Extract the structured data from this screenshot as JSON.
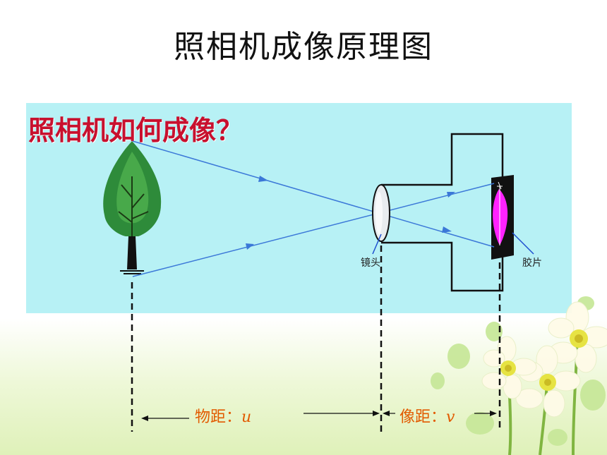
{
  "title": "照相机成像原理图",
  "question": "照相机如何成像？",
  "labels": {
    "lens": "镜头",
    "film": "胶片"
  },
  "distances": {
    "object_label": "物距：",
    "object_var": "u",
    "image_label": "像距：",
    "image_var": "v"
  },
  "colors": {
    "panel": "#b7f1f5",
    "title_red": "#c8102e",
    "distance_orange": "#e25a00",
    "ray_blue": "#3b78d8",
    "image_magenta": "#ff22ff"
  }
}
